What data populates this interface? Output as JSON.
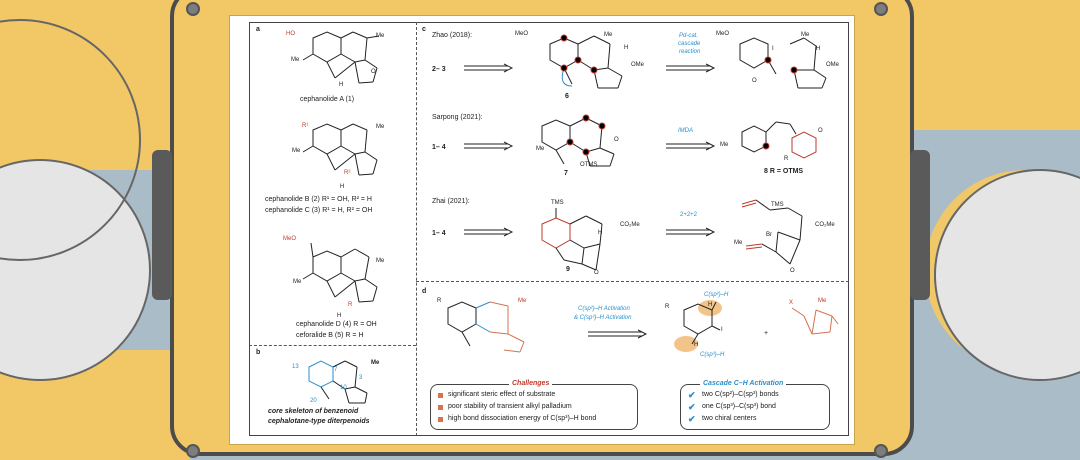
{
  "panel_a": {
    "label": "a",
    "cpd1": "cephanolide A (1)",
    "cpd2": "cephanolide B (2) R¹ = OH, R² = H",
    "cpd3": "cephanolide C (3) R¹ = H, R² = OH",
    "cpd4": "cephanolide D (4) R = OH",
    "cpd5": "ceforalide B (5) R = H",
    "ho": "HO",
    "me": "Me",
    "h": "H",
    "o": "O",
    "r1": "R¹",
    "r2": "R²",
    "r": "R",
    "meo": "MeO"
  },
  "panel_b": {
    "label": "b",
    "caption1": "core skeleton of benzenoid",
    "caption2": "cephalotane-type diterpenoids",
    "n13": "13",
    "n7": "7",
    "n3": "3",
    "n10": "10",
    "n20": "20"
  },
  "panel_c": {
    "label": "c",
    "zhao": "Zhao (2018):",
    "zhao_steps": "2– 3",
    "zhao_cpd": "6",
    "zhao_arrow1": "Pd-cat.",
    "zhao_arrow2": "cascade",
    "zhao_arrow3": "reaction",
    "sarpong": "Sarpong (2021):",
    "sarpong_steps": "1– 4",
    "sarpong_cpd": "7",
    "sarpong_arrow": "IMDA",
    "sarpong_product": "8 R = OTMS",
    "zhai": "Zhai (2021):",
    "zhai_steps": "1– 4",
    "zhai_cpd": "9",
    "zhai_arrow": "2+2+2",
    "meo": "MeO",
    "ome": "OMe",
    "otms": "OTMS",
    "tms": "TMS",
    "co2me": "CO₂Me",
    "br": "Br",
    "me": "Me",
    "h": "H",
    "i": "I",
    "o": "O",
    "r": "R"
  },
  "panel_d": {
    "label": "d",
    "arrow1": "C(sp²)–H Activation",
    "arrow2": "& C(sp³)–H Activation",
    "csp2": "C(sp²)–H",
    "csp3": "C(sp³)–H",
    "plus": "+",
    "x": "X",
    "me": "Me",
    "r": "R",
    "i": "I",
    "h": "H",
    "challenges_title": "Challenges",
    "challenges": [
      "significant steric effect of substrate",
      "poor stability of transient alkyl palladium",
      "high bond dissociation energy of C(sp³)–H bond"
    ],
    "cascade_title": "Cascade C–H Activation",
    "cascade": [
      "two C(sp²)–C(sp³) bonds",
      "one C(sp³)–C(sp³) bond",
      "two chiral centers"
    ]
  },
  "colors": {
    "frame": "#f2c765",
    "highlight_red": "#c0392b",
    "highlight_blue": "#2a8fc9",
    "orange_glow": "#e8a45a"
  }
}
